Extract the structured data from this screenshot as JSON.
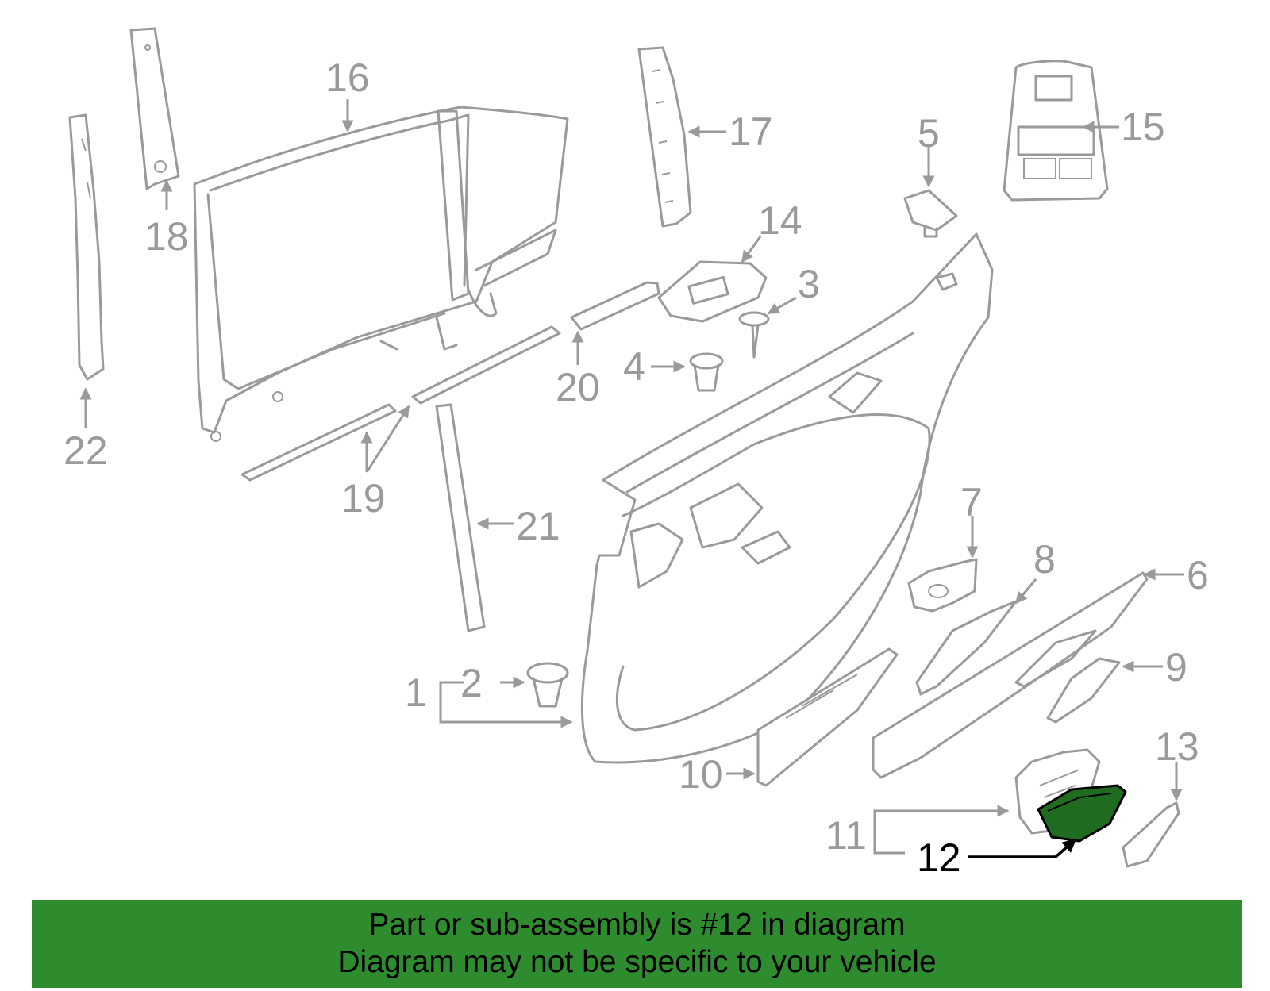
{
  "diagram": {
    "callouts": [
      "1",
      "2",
      "3",
      "4",
      "5",
      "6",
      "7",
      "8",
      "9",
      "10",
      "11",
      "12",
      "13",
      "14",
      "15",
      "16",
      "17",
      "18",
      "19",
      "20",
      "21",
      "22"
    ],
    "highlighted_part": "12",
    "highlight_color": "#1f6b1f"
  },
  "banner": {
    "line1": "Part or sub-assembly is #12 in diagram",
    "line2": "Diagram may not be specific to your vehicle",
    "background": "#2e8b2e"
  }
}
